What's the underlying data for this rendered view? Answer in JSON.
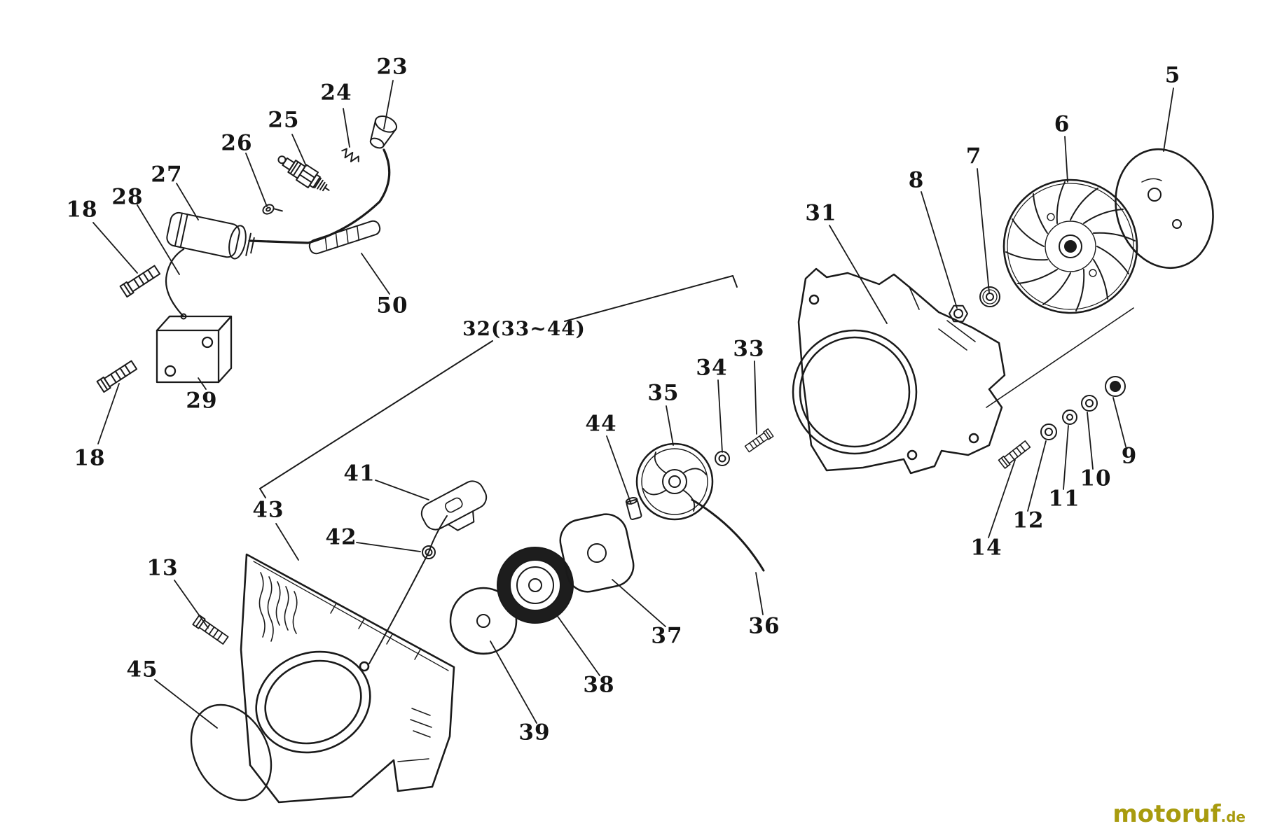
{
  "colors": {
    "background": "#ffffff",
    "ink": "#1a1a1a",
    "watermark": "#a89b0e"
  },
  "watermark": {
    "brand": "motoruf",
    "tld": ".de"
  },
  "diagram": {
    "group_label": "32(33~44)",
    "callouts": [
      {
        "label": "18"
      },
      {
        "label": "27"
      },
      {
        "label": "28"
      },
      {
        "label": "26"
      },
      {
        "label": "25"
      },
      {
        "label": "24"
      },
      {
        "label": "23"
      },
      {
        "label": "50"
      },
      {
        "label": "29"
      },
      {
        "label": "18"
      },
      {
        "label": "32(33~44)"
      },
      {
        "label": "13"
      },
      {
        "label": "45"
      },
      {
        "label": "43"
      },
      {
        "label": "41"
      },
      {
        "label": "42"
      },
      {
        "label": "39"
      },
      {
        "label": "38"
      },
      {
        "label": "37"
      },
      {
        "label": "36"
      },
      {
        "label": "44"
      },
      {
        "label": "35"
      },
      {
        "label": "34"
      },
      {
        "label": "33"
      },
      {
        "label": "31"
      },
      {
        "label": "8"
      },
      {
        "label": "7"
      },
      {
        "label": "6"
      },
      {
        "label": "5"
      },
      {
        "label": "14"
      },
      {
        "label": "12"
      },
      {
        "label": "11"
      },
      {
        "label": "10"
      },
      {
        "label": "9"
      }
    ]
  }
}
